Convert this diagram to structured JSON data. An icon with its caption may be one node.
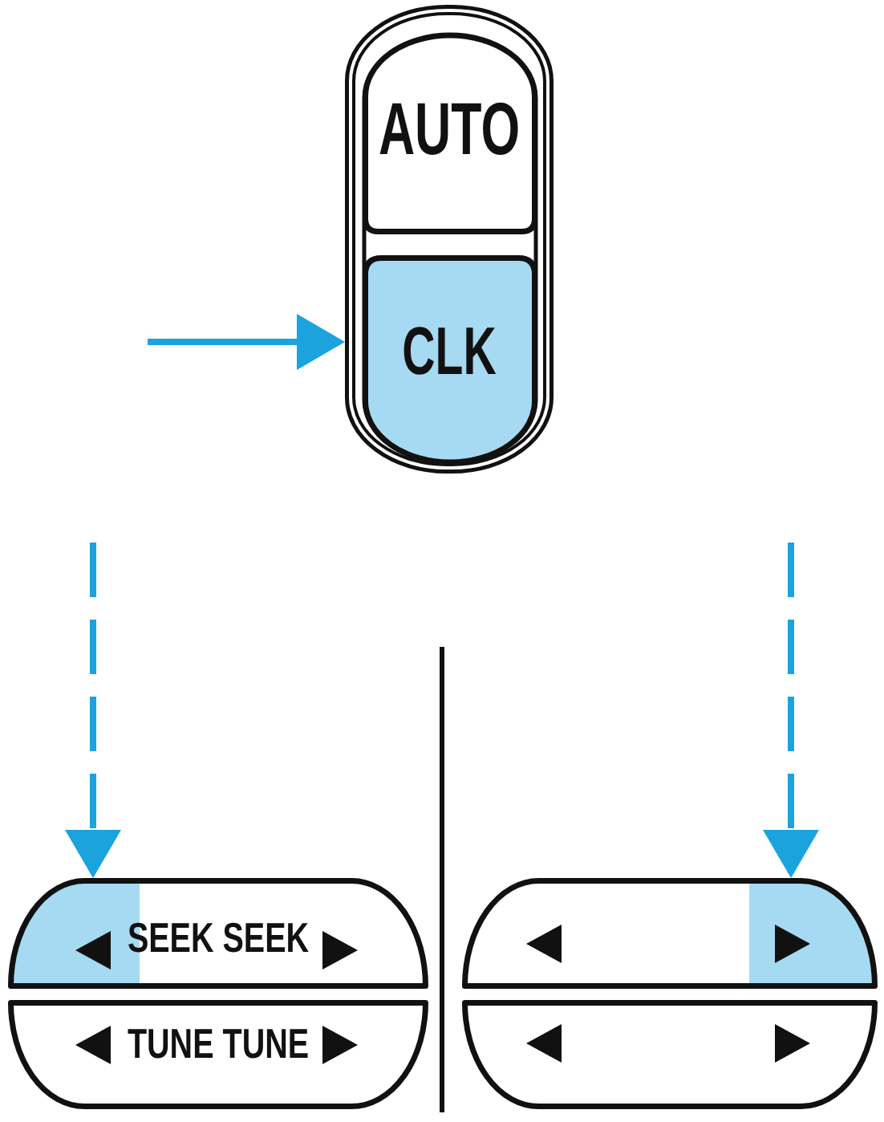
{
  "diagram": {
    "nodes": [
      {
        "text": [],
        "shape": "box"
      },
      {
        "text": [
          "AUTO"
        ],
        "in": 0
      },
      {
        "text": [
          "CLK"
        ],
        "in": 0
      },
      {
        "text": [
          "SEEK SEEK"
        ]
      },
      {
        "text": [
          "TUNE TUNE"
        ]
      },
      {
        "text": [],
        "shape": "box"
      },
      {
        "text": [],
        "shape": "box"
      }
    ],
    "edges": [
      {
        "from": null,
        "to": 2,
        "arrow": "to"
      },
      {
        "from": null,
        "to": 3,
        "arrow": "to",
        "style": "dashed"
      },
      {
        "from": null,
        "to": 5,
        "arrow": "to",
        "style": "dashed"
      }
    ]
  }
}
